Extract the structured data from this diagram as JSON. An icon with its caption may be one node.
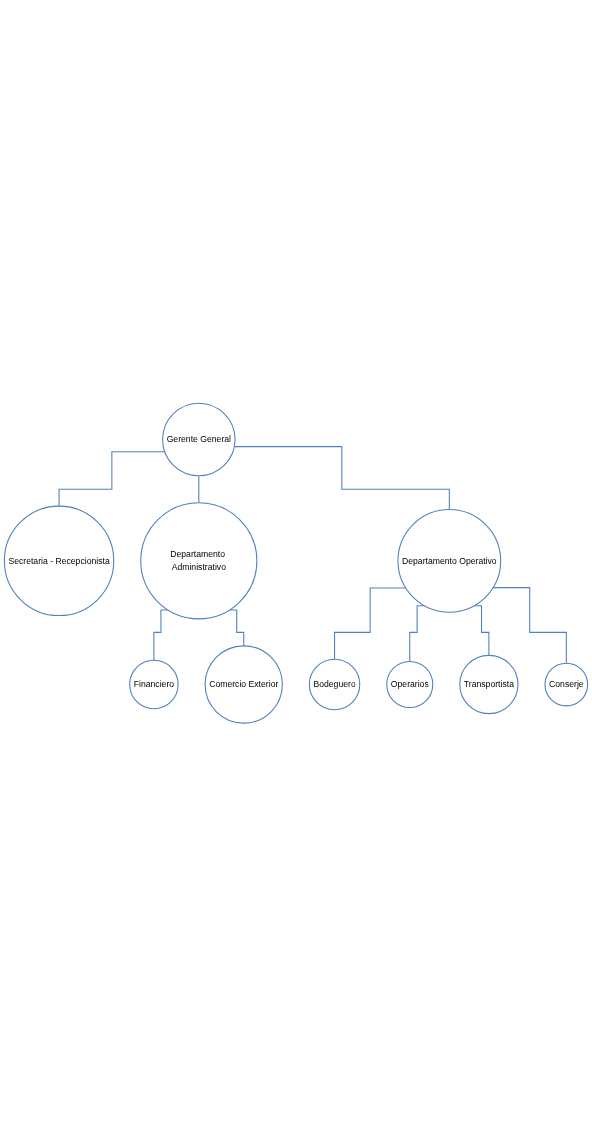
{
  "diagram": {
    "nodes": [
      {
        "text": [
          "Gerente General"
        ]
      },
      {
        "text": [
          "Secretaria - Recepcionista"
        ]
      },
      {
        "text": [
          "Departamento Administrativo"
        ]
      },
      {
        "text": [
          "Departamento Operativo"
        ]
      },
      {
        "text": [
          "Financiero"
        ]
      },
      {
        "text": [
          "Comercio Exterior"
        ]
      },
      {
        "text": [
          "Bodeguero"
        ]
      },
      {
        "text": [
          "Operarios"
        ]
      },
      {
        "text": [
          "Transportista"
        ]
      },
      {
        "text": [
          "Conserje"
        ]
      }
    ],
    "edges": [
      {
        "from": 0,
        "to": 1,
        "arrow": "none"
      },
      {
        "from": 0,
        "to": 2,
        "arrow": "none"
      },
      {
        "from": 0,
        "to": 3,
        "arrow": "none"
      },
      {
        "from": 2,
        "to": 4,
        "arrow": "none"
      },
      {
        "from": 2,
        "to": 5,
        "arrow": "none"
      },
      {
        "from": 3,
        "to": 6,
        "arrow": "none"
      },
      {
        "from": 3,
        "to": 7,
        "arrow": "none"
      },
      {
        "from": 3,
        "to": 8,
        "arrow": "none"
      },
      {
        "from": 3,
        "to": 9,
        "arrow": "none"
      }
    ]
  }
}
